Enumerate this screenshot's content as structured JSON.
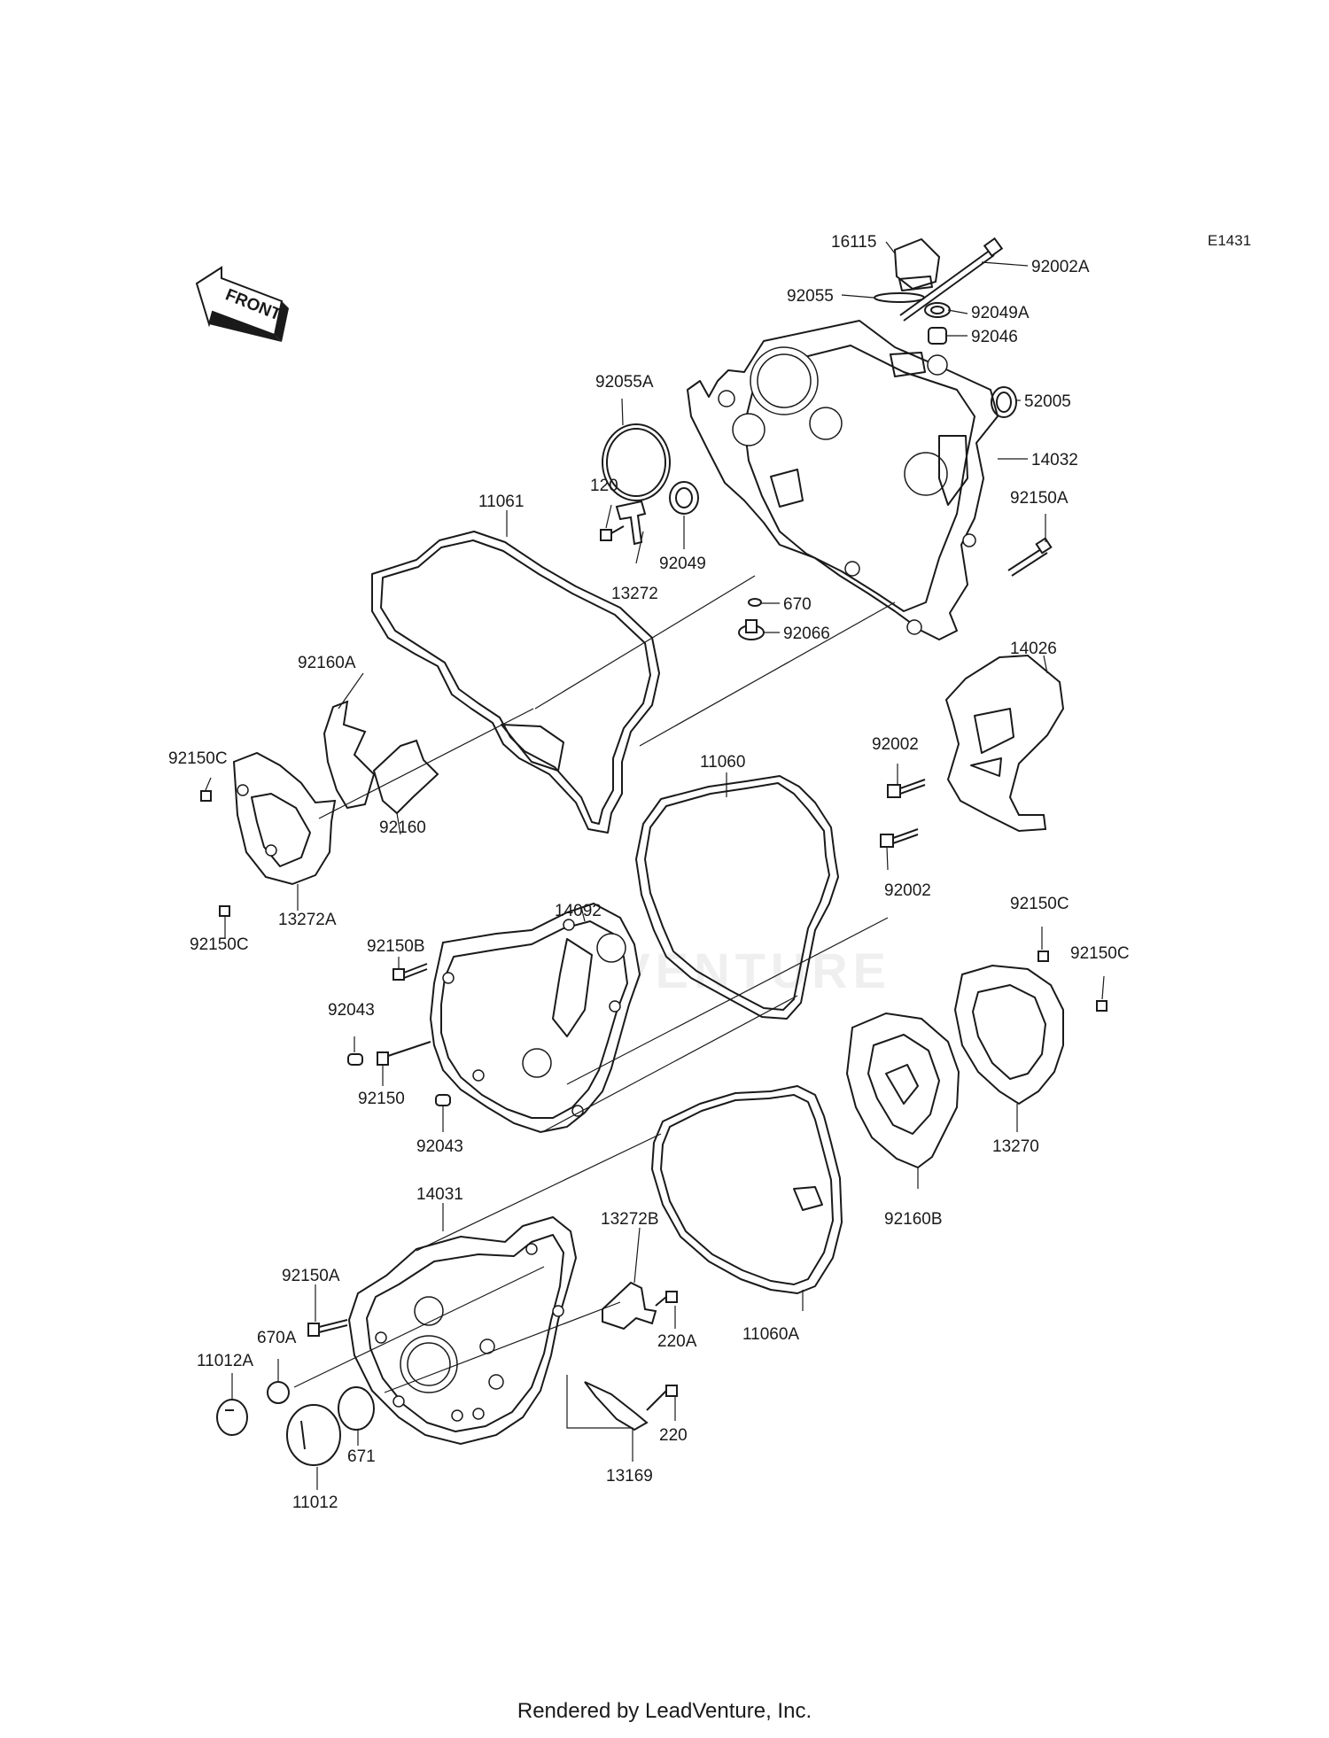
{
  "diagram": {
    "code": "E1431",
    "front_label": "FRONT",
    "footer": "Rendered by LeadVenture, Inc.",
    "watermark": "LEADVENTURE"
  },
  "callouts": [
    {
      "id": "16115",
      "label": "16115"
    },
    {
      "id": "92002A",
      "label": "92002A"
    },
    {
      "id": "92055",
      "label": "92055"
    },
    {
      "id": "92049A",
      "label": "92049A"
    },
    {
      "id": "92046",
      "label": "92046"
    },
    {
      "id": "92055A",
      "label": "92055A"
    },
    {
      "id": "52005",
      "label": "52005"
    },
    {
      "id": "14032",
      "label": "14032"
    },
    {
      "id": "120",
      "label": "120"
    },
    {
      "id": "92150A_top",
      "label": "92150A"
    },
    {
      "id": "11061",
      "label": "11061"
    },
    {
      "id": "92049",
      "label": "92049"
    },
    {
      "id": "13272",
      "label": "13272"
    },
    {
      "id": "670",
      "label": "670"
    },
    {
      "id": "92066",
      "label": "92066"
    },
    {
      "id": "14026",
      "label": "14026"
    },
    {
      "id": "92160A",
      "label": "92160A"
    },
    {
      "id": "92002_upper",
      "label": "92002"
    },
    {
      "id": "11060",
      "label": "11060"
    },
    {
      "id": "92150C_left_top",
      "label": "92150C"
    },
    {
      "id": "92160",
      "label": "92160"
    },
    {
      "id": "92002_lower",
      "label": "92002"
    },
    {
      "id": "13272A",
      "label": "13272A"
    },
    {
      "id": "92150C_left_bottom",
      "label": "92150C"
    },
    {
      "id": "14092",
      "label": "14092"
    },
    {
      "id": "92150C_right_top",
      "label": "92150C"
    },
    {
      "id": "92150B",
      "label": "92150B"
    },
    {
      "id": "92150C_right",
      "label": "92150C"
    },
    {
      "id": "92043_top",
      "label": "92043"
    },
    {
      "id": "92150",
      "label": "92150"
    },
    {
      "id": "92043_bottom",
      "label": "92043"
    },
    {
      "id": "13270",
      "label": "13270"
    },
    {
      "id": "92160B",
      "label": "92160B"
    },
    {
      "id": "14031",
      "label": "14031"
    },
    {
      "id": "13272B",
      "label": "13272B"
    },
    {
      "id": "92150A_bottom",
      "label": "92150A"
    },
    {
      "id": "670A",
      "label": "670A"
    },
    {
      "id": "220A",
      "label": "220A"
    },
    {
      "id": "11060A",
      "label": "11060A"
    },
    {
      "id": "11012A",
      "label": "11012A"
    },
    {
      "id": "671",
      "label": "671"
    },
    {
      "id": "220",
      "label": "220"
    },
    {
      "id": "13169",
      "label": "13169"
    },
    {
      "id": "11012",
      "label": "11012"
    }
  ]
}
